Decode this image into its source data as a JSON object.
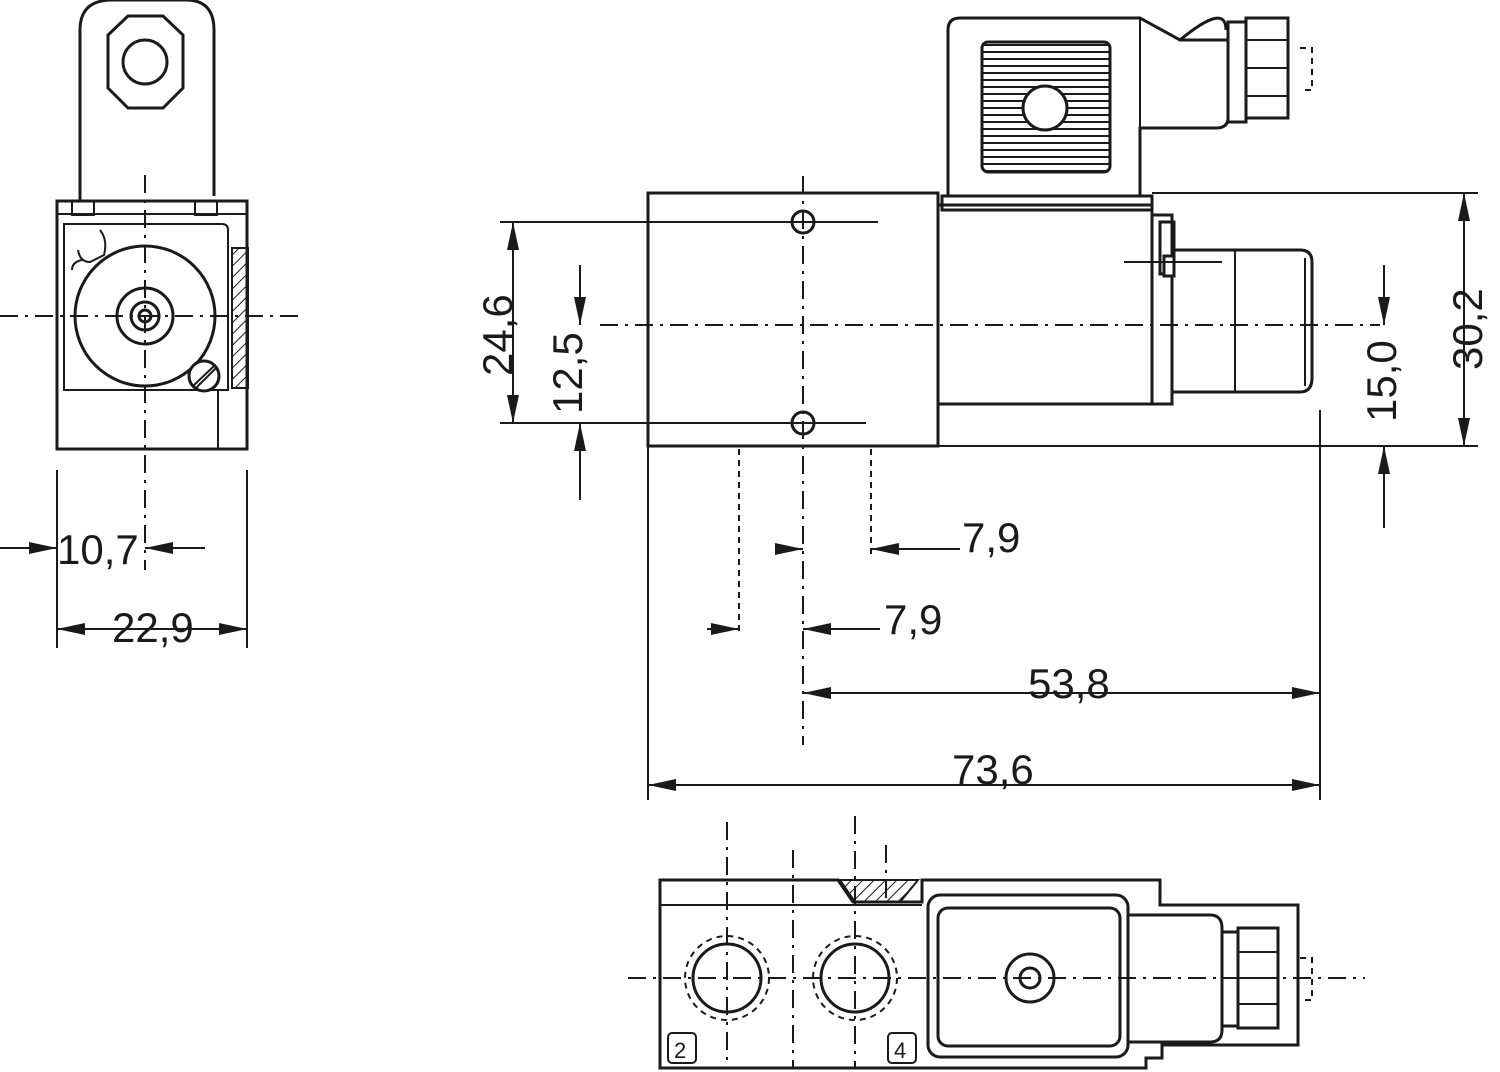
{
  "dimensions": {
    "d_10_7": "10,7",
    "d_22_9": "22,9",
    "d_24_6": "24,6",
    "d_12_5": "12,5",
    "d_15_0": "15,0",
    "d_30_2": "30,2",
    "d_7_9_upper": "7,9",
    "d_7_9_lower": "7,9",
    "d_53_8": "53,8",
    "d_73_6": "73,6"
  },
  "port_labels": {
    "port_2": "2",
    "port_4": "4"
  },
  "colors": {
    "line": "#1a1a1a",
    "background": "#ffffff"
  }
}
